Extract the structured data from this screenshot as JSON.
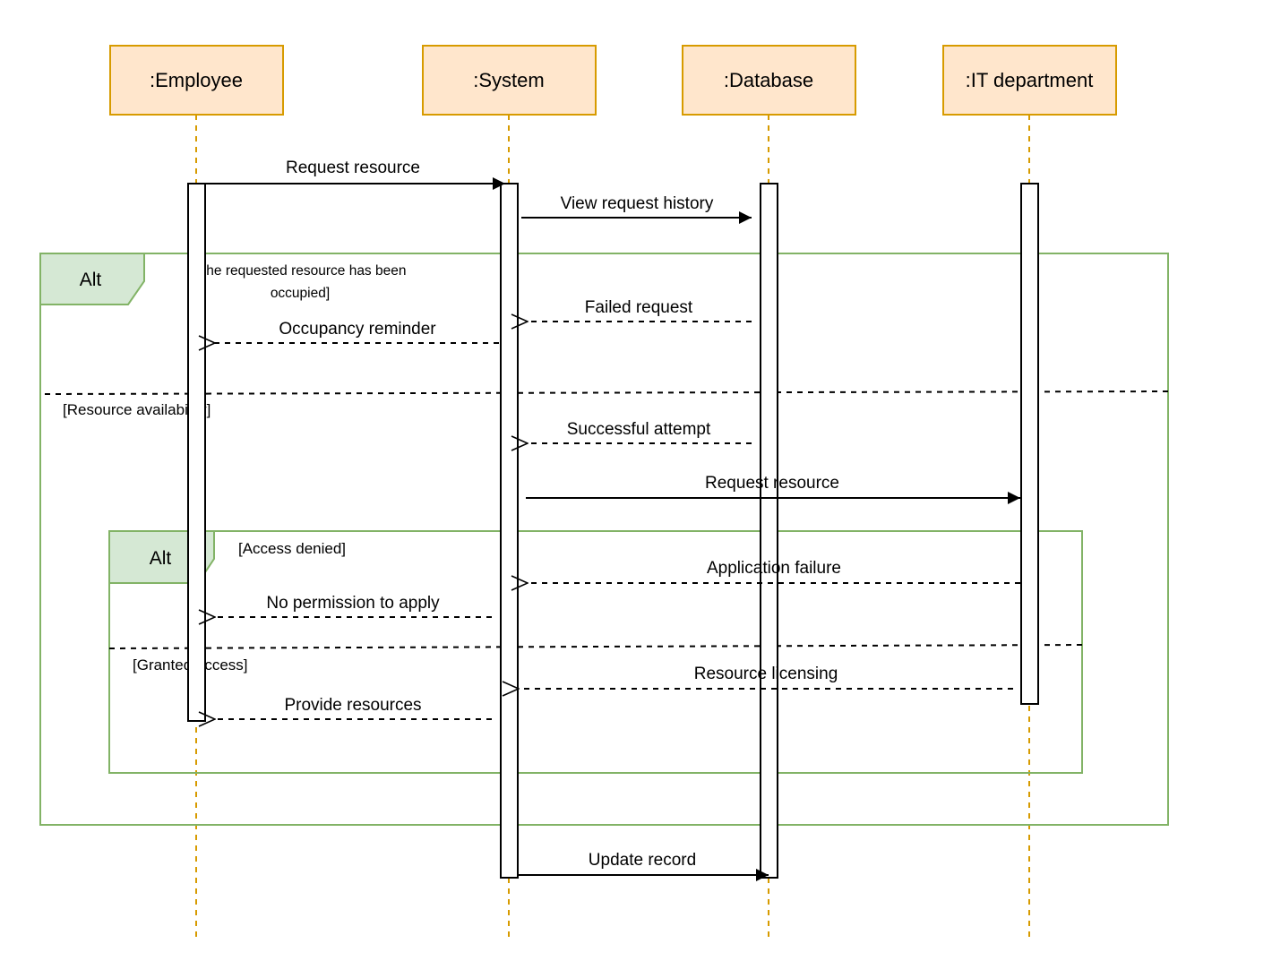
{
  "colors": {
    "participant_fill": "#ffe6cc",
    "participant_stroke": "#d79b00",
    "lifeline": "#d79b00",
    "frame_stroke": "#82b366",
    "frame_tag_fill": "#d5e8d4",
    "line": "#000000"
  },
  "participants": [
    {
      "id": "employee",
      "label": ":Employee"
    },
    {
      "id": "system",
      "label": ":System"
    },
    {
      "id": "database",
      "label": ":Database"
    },
    {
      "id": "it",
      "label": ":IT department"
    }
  ],
  "frames": {
    "outer": {
      "tag": "Alt",
      "guard_1": "[The requested resource has been",
      "guard_1b": "occupied]",
      "guard_2": "[Resource availability]"
    },
    "inner": {
      "tag": "Alt",
      "guard_1": "[Access denied]",
      "guard_2": "[Granted access]"
    }
  },
  "messages": [
    {
      "id": "m1",
      "label": "Request resource",
      "from": "employee",
      "to": "system",
      "style": "sync"
    },
    {
      "id": "m2",
      "label": "View request history",
      "from": "system",
      "to": "database",
      "style": "sync"
    },
    {
      "id": "m3",
      "label": "Failed request",
      "from": "database",
      "to": "system",
      "style": "reply"
    },
    {
      "id": "m4",
      "label": "Occupancy reminder",
      "from": "system",
      "to": "employee",
      "style": "reply"
    },
    {
      "id": "m5",
      "label": "Successful attempt",
      "from": "database",
      "to": "system",
      "style": "reply"
    },
    {
      "id": "m6",
      "label": "Request resource",
      "from": "system",
      "to": "it",
      "style": "sync"
    },
    {
      "id": "m7",
      "label": "Application failure",
      "from": "it",
      "to": "system",
      "style": "reply"
    },
    {
      "id": "m8",
      "label": "No permission to apply",
      "from": "system",
      "to": "employee",
      "style": "reply"
    },
    {
      "id": "m9",
      "label": "Resource licensing",
      "from": "it",
      "to": "system",
      "style": "reply"
    },
    {
      "id": "m10",
      "label": "Provide resources",
      "from": "system",
      "to": "employee",
      "style": "reply"
    },
    {
      "id": "m11",
      "label": "Update record",
      "from": "system",
      "to": "database",
      "style": "sync"
    }
  ]
}
